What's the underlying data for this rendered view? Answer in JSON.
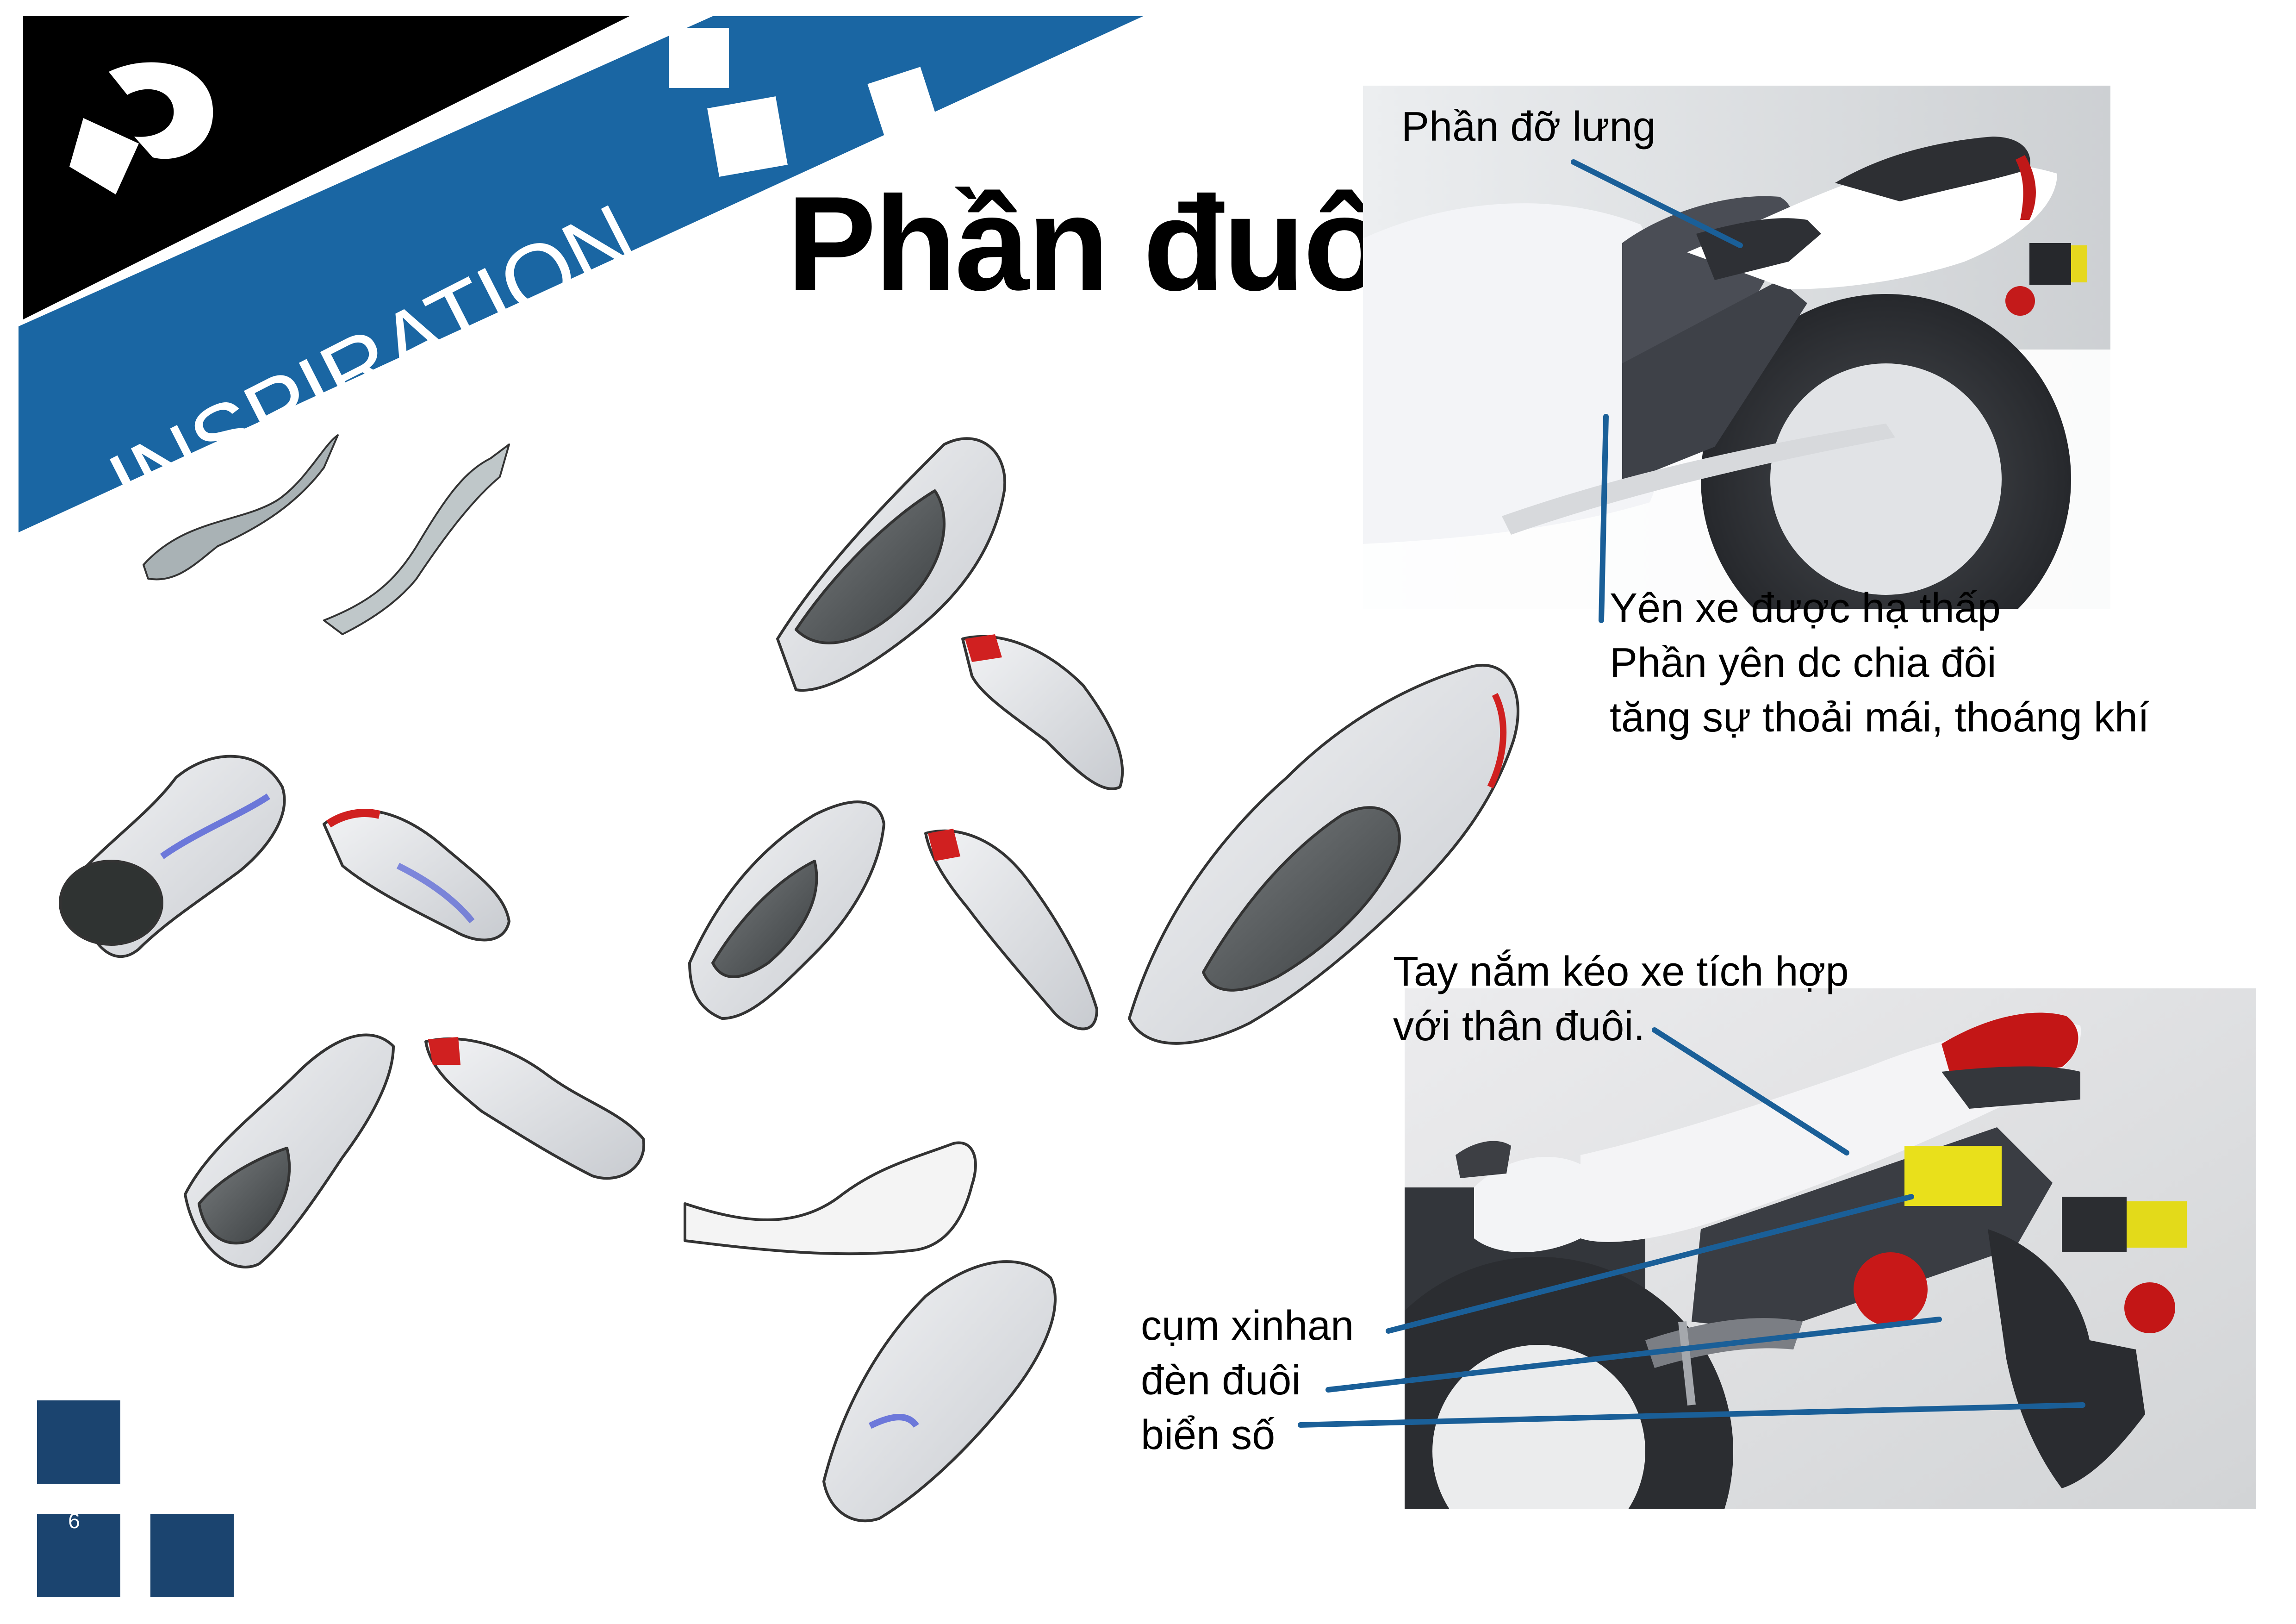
{
  "header": {
    "banner_label": "INSPIRATION",
    "logo": "brand-logo",
    "title": "Phần đuôi"
  },
  "callouts": {
    "backrest": "Phần đỡ lưng",
    "seat_line_1": "Yên xe được hạ thấp",
    "seat_line_2": "Phần yên dc chia  đôi",
    "seat_line_3": "tăng sự thoải mái, thoáng khí",
    "handle_line_1": "Tay nắm kéo xe tích hợp",
    "handle_line_2": "với thân đuôi.",
    "turn_signal": "cụm xinhan",
    "tail_light": "đèn đuôi",
    "license_plate": "biển số"
  },
  "footer": {
    "page_number": "6"
  },
  "colors": {
    "brand_blue": "#1a66a3",
    "dark_block": "#1b446f",
    "black": "#000000",
    "leader": "#1a5f98"
  }
}
